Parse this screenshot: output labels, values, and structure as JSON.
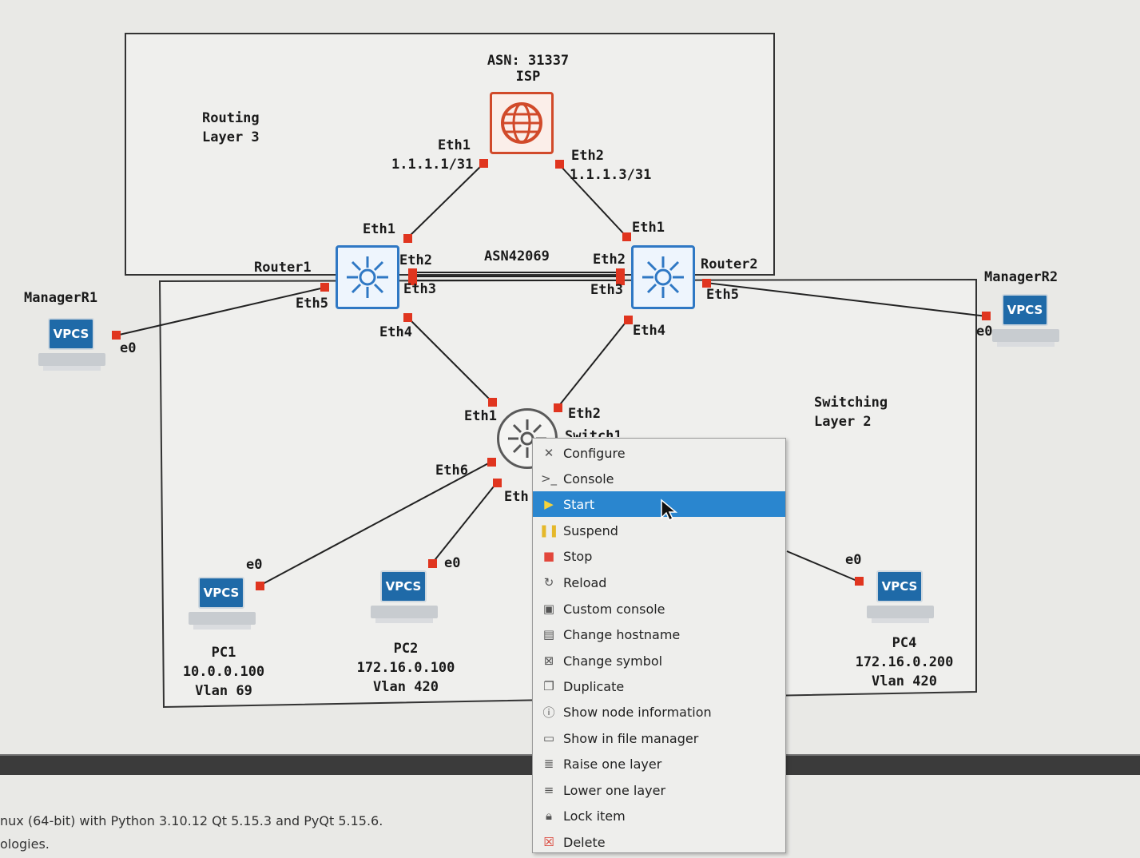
{
  "canvas": {
    "routing_note": [
      "Routing",
      "Layer 3"
    ],
    "switching_note": [
      "Switching",
      "Layer 2"
    ],
    "asn_label": "ASN42069"
  },
  "nodes": {
    "isp": {
      "lines": [
        "ASN: 31337",
        "ISP"
      ],
      "color": "#d14a2a"
    },
    "router1": {
      "name": "Router1"
    },
    "router2": {
      "name": "Router2"
    },
    "switch1": {
      "name": "Switch1"
    },
    "manager_r1": {
      "name": "ManagerR1",
      "badge": "VPCS"
    },
    "manager_r2": {
      "name": "ManagerR2",
      "badge": "VPCS"
    },
    "pc1": {
      "lines": [
        "PC1",
        "10.0.0.100",
        "Vlan 69"
      ],
      "badge": "VPCS"
    },
    "pc2": {
      "lines": [
        "PC2",
        "172.16.0.100",
        "Vlan 420"
      ],
      "badge": "VPCS"
    },
    "pc4": {
      "lines": [
        "PC4",
        "172.16.0.200",
        "Vlan 420"
      ],
      "badge": "VPCS"
    }
  },
  "port_labels": {
    "isp_eth1": [
      "Eth1",
      "1.1.1.1/31"
    ],
    "isp_eth2": [
      "Eth2",
      "1.1.1.3/31"
    ],
    "r1_eth1": "Eth1",
    "r1_eth2": "Eth2",
    "r1_eth3": "Eth3",
    "r1_eth4": "Eth4",
    "r1_eth5": "Eth5",
    "r2_eth1": "Eth1",
    "r2_eth2": "Eth2",
    "r2_eth3": "Eth3",
    "r2_eth4": "Eth4",
    "r2_eth5": "Eth5",
    "sw_eth1": "Eth1",
    "sw_eth2": "Eth2",
    "sw_eth6": "Eth6",
    "sw_eth_partial": "Eth",
    "mr1_e0": "e0",
    "mr2_e0": "e0",
    "pc1_e0": "e0",
    "pc2_e0": "e0",
    "pc4_e0": "e0"
  },
  "context_menu": {
    "selected_index": 2,
    "items": [
      {
        "label": "Configure",
        "icon": "wrench-icon"
      },
      {
        "label": "Console",
        "icon": "terminal-icon"
      },
      {
        "label": "Start",
        "icon": "play-icon"
      },
      {
        "label": "Suspend",
        "icon": "pause-icon"
      },
      {
        "label": "Stop",
        "icon": "stop-icon"
      },
      {
        "label": "Reload",
        "icon": "reload-icon"
      },
      {
        "label": "Custom console",
        "icon": "custom-console-icon"
      },
      {
        "label": "Change hostname",
        "icon": "hostname-icon"
      },
      {
        "label": "Change symbol",
        "icon": "symbol-icon"
      },
      {
        "label": "Duplicate",
        "icon": "duplicate-icon"
      },
      {
        "label": "Show node information",
        "icon": "info-icon"
      },
      {
        "label": "Show in file manager",
        "icon": "folder-icon"
      },
      {
        "label": "Raise one layer",
        "icon": "raise-layer-icon"
      },
      {
        "label": "Lower one layer",
        "icon": "lower-layer-icon"
      },
      {
        "label": "Lock item",
        "icon": "lock-icon"
      },
      {
        "label": "Delete",
        "icon": "delete-icon"
      }
    ]
  },
  "footer": {
    "line1": "nux (64-bit) with Python 3.10.12 Qt 5.15.3 and PyQt 5.15.6.",
    "line2": "ologies."
  },
  "colors": {
    "router": "#2f78c4",
    "port": "#e0351f",
    "menu_highlight": "#2a86cf",
    "vpcs_screen": "#1f6aa8"
  }
}
